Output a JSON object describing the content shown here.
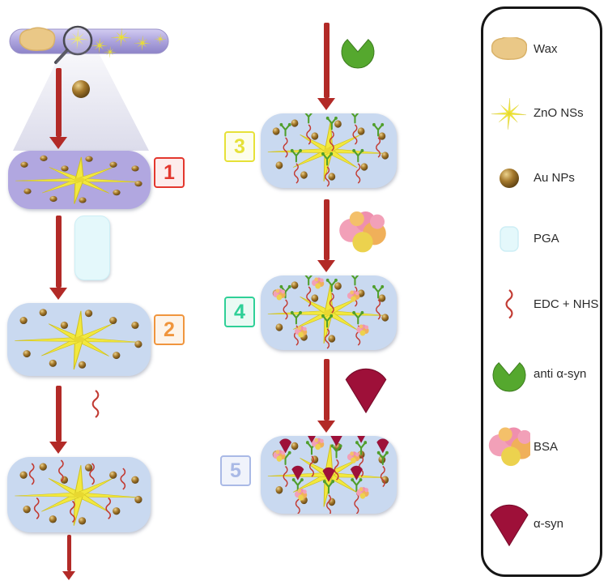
{
  "figure": {
    "type": "biosensor-functionalization-scheme"
  },
  "steps": [
    {
      "number": "1",
      "color": "#e3372e",
      "bg": "#fdecec"
    },
    {
      "number": "2",
      "color": "#f0953d",
      "bg": "#fdf4ea"
    },
    {
      "number": "3",
      "color": "#e6e138",
      "bg": "#fdfdec"
    },
    {
      "number": "4",
      "color": "#2fd097",
      "bg": "#eafaf4"
    },
    {
      "number": "5",
      "color": "#a9b9e6",
      "bg": "#f0f3fb"
    }
  ],
  "legend": {
    "items": [
      {
        "label": "Wax",
        "icon": "wax-icon"
      },
      {
        "label": "ZnO NSs",
        "icon": "zno-nanostar-icon"
      },
      {
        "label": "Au NPs",
        "icon": "gold-nanoparticle-icon"
      },
      {
        "label": "PGA",
        "icon": "pga-slab-icon"
      },
      {
        "label": "EDC + NHS",
        "icon": "edc-nhs-squiggle-icon"
      },
      {
        "label": "anti α-syn",
        "icon": "anti-alpha-syn-antibody-icon"
      },
      {
        "label": "BSA",
        "icon": "bsa-protein-icon"
      },
      {
        "label": "α-syn",
        "icon": "alpha-syn-antigen-icon"
      }
    ]
  },
  "colors": {
    "arrow_red": "#b22a27",
    "zno_star_yellow": "#f2e83e",
    "au_np_gold": "#a5792c",
    "step1_substrate_purple": "#b1a7e0",
    "chip_blue": "#c9d9f0",
    "pga_cyan": "#e4f8fb",
    "antibody_green": "#4f9e2b",
    "alpha_syn_maroon": "#9e1039",
    "bsa_pink": "#f09ab5",
    "legend_border": "#161616"
  }
}
